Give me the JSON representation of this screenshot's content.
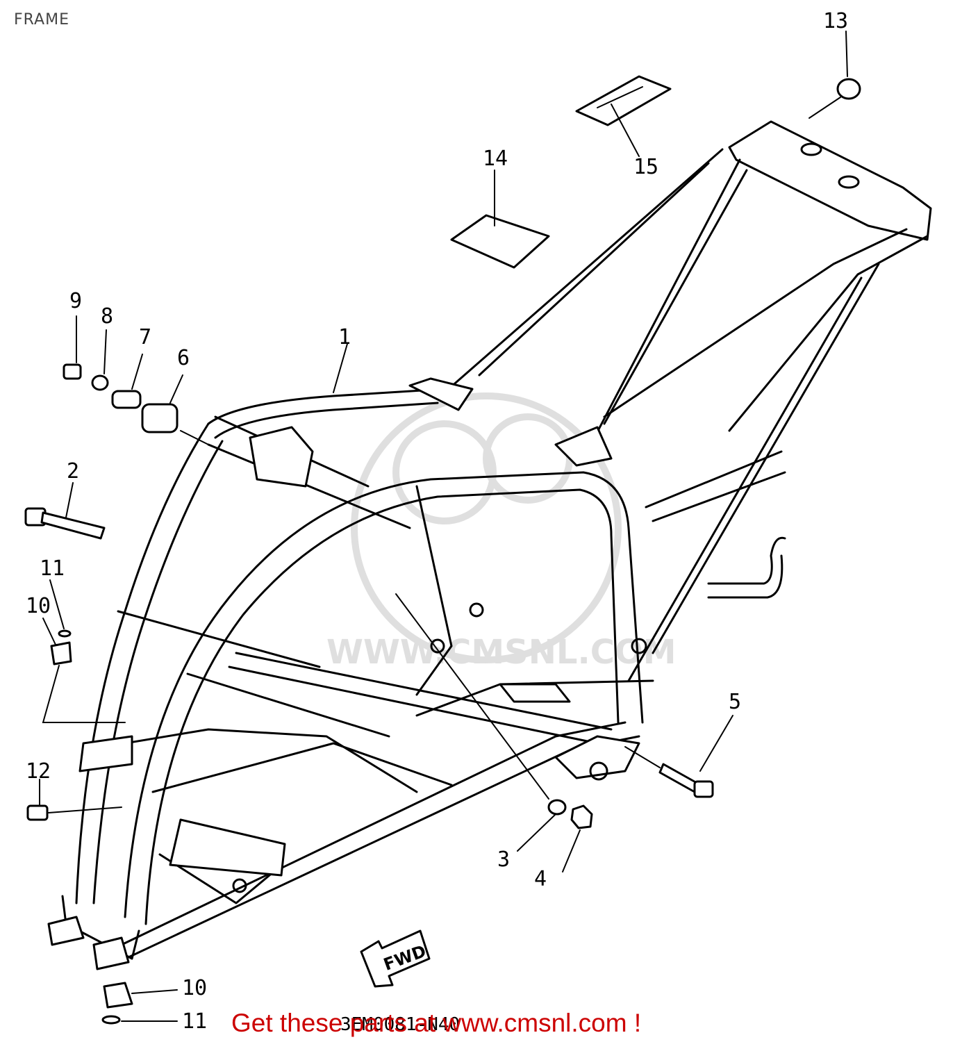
{
  "page": {
    "title": "FRAME"
  },
  "diagram": {
    "callouts": [
      "1",
      "2",
      "3",
      "4",
      "5",
      "6",
      "7",
      "8",
      "9",
      "10",
      "10",
      "11",
      "11",
      "12",
      "13",
      "14",
      "15"
    ],
    "fwd_label": "FWD",
    "doc_code": "3EM0081-N40",
    "watermark_text": "WWW.CMSNL.COM"
  },
  "footer": {
    "cta": "Get these parts at www.cmsnl.com !"
  }
}
